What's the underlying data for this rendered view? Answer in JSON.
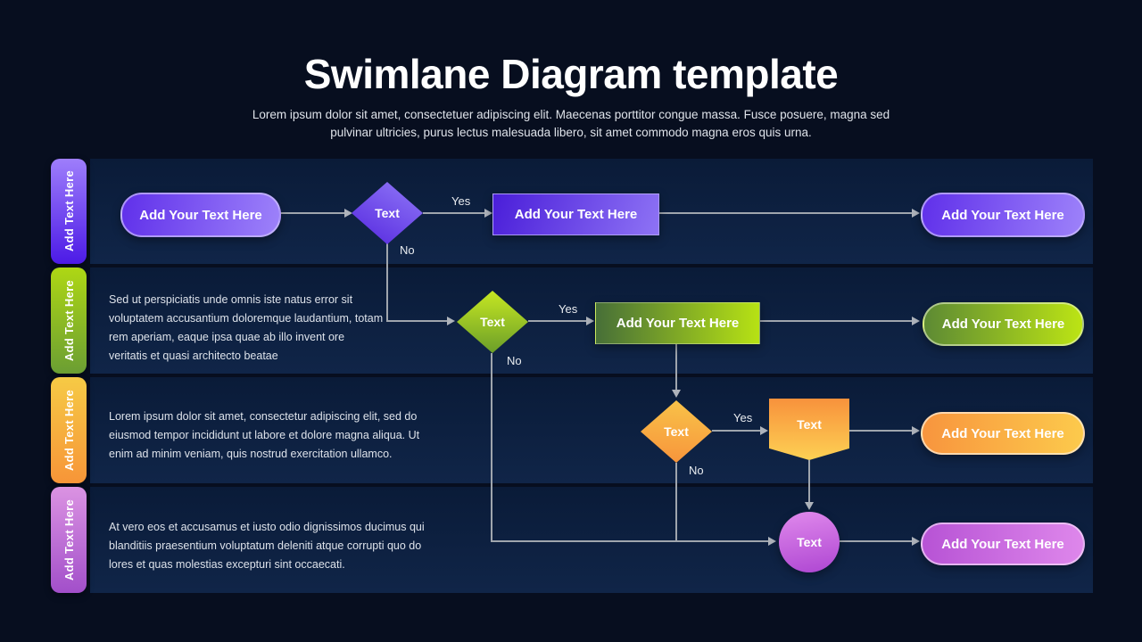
{
  "header": {
    "title": "Swimlane Diagram template",
    "subtitle": "Lorem ipsum dolor sit amet, consectetuer adipiscing elit. Maecenas porttitor congue massa. Fusce posuere, magna sed pulvinar ultricies, purus lectus malesuada libero, sit amet commodo magna eros quis urna."
  },
  "labels": {
    "yes": "Yes",
    "no": "No"
  },
  "colors": {
    "background": "#070e1f",
    "lane_panel_top": "#0a1b38",
    "lane_panel_bottom": "#102548",
    "connector": "#9fa5ad",
    "lane1_accent_top": "#9e7efb",
    "lane1_accent_bottom": "#4c1ae6",
    "lane2_accent_top": "#aed714",
    "lane2_accent_bottom": "#6b9e33",
    "lane3_accent_top": "#f6ca45",
    "lane3_accent_bottom": "#f79538",
    "lane4_accent_top": "#db93e2",
    "lane4_accent_bottom": "#a24fca"
  },
  "lanes": [
    {
      "label": "Add Text Here",
      "nodes": {
        "start": "Add Your Text Here",
        "decision": "Text",
        "process": "Add Your Text Here",
        "end": "Add Your Text Here"
      }
    },
    {
      "label": "Add Text Here",
      "body_text": "Sed ut perspiciatis unde omnis iste natus error sit voluptatem accusantium doloremque laudantium, totam rem aperiam, eaque ipsa quae ab illo invent ore veritatis et quasi architecto beatae",
      "nodes": {
        "decision": "Text",
        "process": "Add Your Text Here",
        "end": "Add Your Text Here"
      }
    },
    {
      "label": "Add Text Here",
      "body_text": "Lorem ipsum dolor sit amet, consectetur adipiscing elit, sed do eiusmod tempor incididunt ut labore et dolore magna aliqua. Ut enim ad minim veniam, quis nostrud exercitation ullamco.",
      "nodes": {
        "decision": "Text",
        "banner": "Text",
        "end": "Add Your Text Here"
      }
    },
    {
      "label": "Add Text Here",
      "body_text": "At vero eos et accusamus et iusto odio dignissimos ducimus qui blanditiis praesentium voluptatum deleniti atque corrupti quo do lores et quas molestias excepturi sint occaecati.",
      "nodes": {
        "circle": "Text",
        "end": "Add Your Text Here"
      }
    }
  ]
}
